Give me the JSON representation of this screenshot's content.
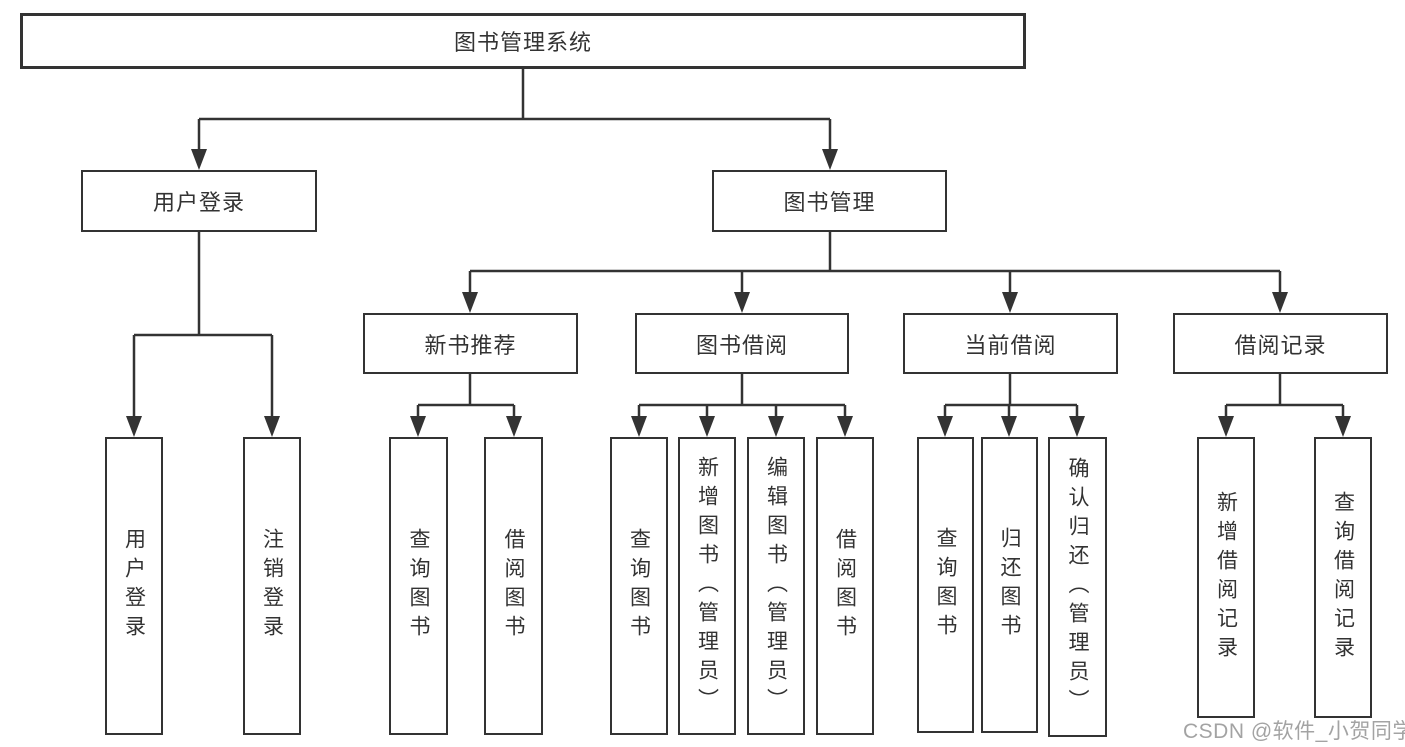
{
  "diagram": {
    "root": {
      "label": "图书管理系统"
    },
    "level2": [
      {
        "label": "用户登录"
      },
      {
        "label": "图书管理"
      }
    ],
    "level3": [
      {
        "label": "新书推荐"
      },
      {
        "label": "图书借阅"
      },
      {
        "label": "当前借阅"
      },
      {
        "label": "借阅记录"
      }
    ],
    "leaves": {
      "user_login": [
        "用户登录",
        "注销登录"
      ],
      "new_books": [
        "查询图书",
        "借阅图书"
      ],
      "book_borrow": [
        "查询图书",
        "新增图书（管理员）",
        "编辑图书（管理员）",
        "借阅图书"
      ],
      "current_borrow": [
        "查询图书",
        "归还图书",
        "确认归还（管理员）"
      ],
      "borrow_records": [
        "新增借阅记录",
        "查询借阅记录"
      ]
    }
  },
  "watermark": "CSDN @软件_小贺同学",
  "colors": {
    "line": "#333333",
    "text": "#333333",
    "watermark": "#9a9a9a",
    "background": "#ffffff"
  }
}
